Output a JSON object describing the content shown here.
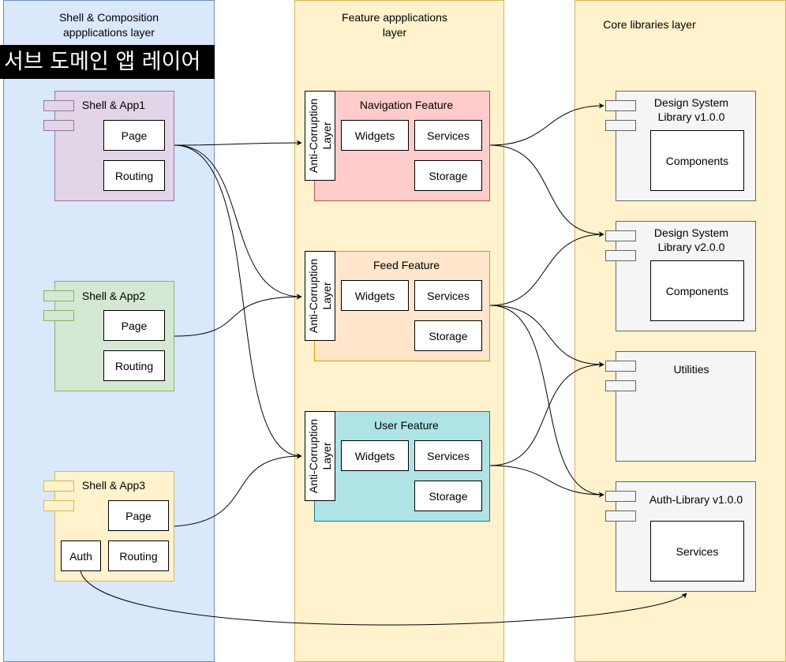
{
  "layers": {
    "shell": {
      "title_line1": "Shell & Composition",
      "title_line2": "appplications layer",
      "fill": "#dae8fc",
      "stroke": "#6c8ebf"
    },
    "feature": {
      "title_line1": "Feature appplications",
      "title_line2": "layer",
      "fill": "#fff2cc",
      "stroke": "#d6b656"
    },
    "core": {
      "title": "Core libraries layer",
      "fill": "#fff2cc",
      "stroke": "#d6b656"
    }
  },
  "banner": {
    "text": "서브 도메인 앱 레이어",
    "bg": "#000000",
    "color": "#ffffff"
  },
  "shells": [
    {
      "title": "Shell & App1",
      "page": "Page",
      "routing": "Routing",
      "fill": "#e1d5e7",
      "stroke": "#9673a6"
    },
    {
      "title": "Shell & App2",
      "page": "Page",
      "routing": "Routing",
      "fill": "#d5e8d4",
      "stroke": "#82b366"
    },
    {
      "title": "Shell & App3",
      "page": "Page",
      "routing": "Routing",
      "auth": "Auth",
      "fill": "#fff2cc",
      "stroke": "#d6b656"
    }
  ],
  "features": [
    {
      "title": "Navigation Feature",
      "acl": "Anti-Corruption Layer",
      "widgets": "Widgets",
      "services": "Services",
      "storage": "Storage",
      "fill": "#ffcccc",
      "stroke": "#b85450"
    },
    {
      "title": "Feed Feature",
      "acl": "Anti-Corruption Layer",
      "widgets": "Widgets",
      "services": "Services",
      "storage": "Storage",
      "fill": "#ffe6cc",
      "stroke": "#d79b00"
    },
    {
      "title": "User Feature",
      "acl": "Anti-Corruption Layer",
      "widgets": "Widgets",
      "services": "Services",
      "storage": "Storage",
      "fill": "#b0e3e6",
      "stroke": "#0e8088"
    }
  ],
  "libraries": [
    {
      "title_line1": "Design System",
      "title_line2": "Library v1.0.0",
      "inner": "Components"
    },
    {
      "title_line1": "Design System",
      "title_line2": "Library v2.0.0",
      "inner": "Components"
    },
    {
      "title_line1": "Utilities",
      "title_line2": "",
      "inner": ""
    },
    {
      "title_line1": "Auth-Library v1.0.0",
      "title_line2": "",
      "inner": "Services"
    }
  ],
  "library_style": {
    "fill": "#f5f5f5",
    "stroke": "#666666"
  }
}
